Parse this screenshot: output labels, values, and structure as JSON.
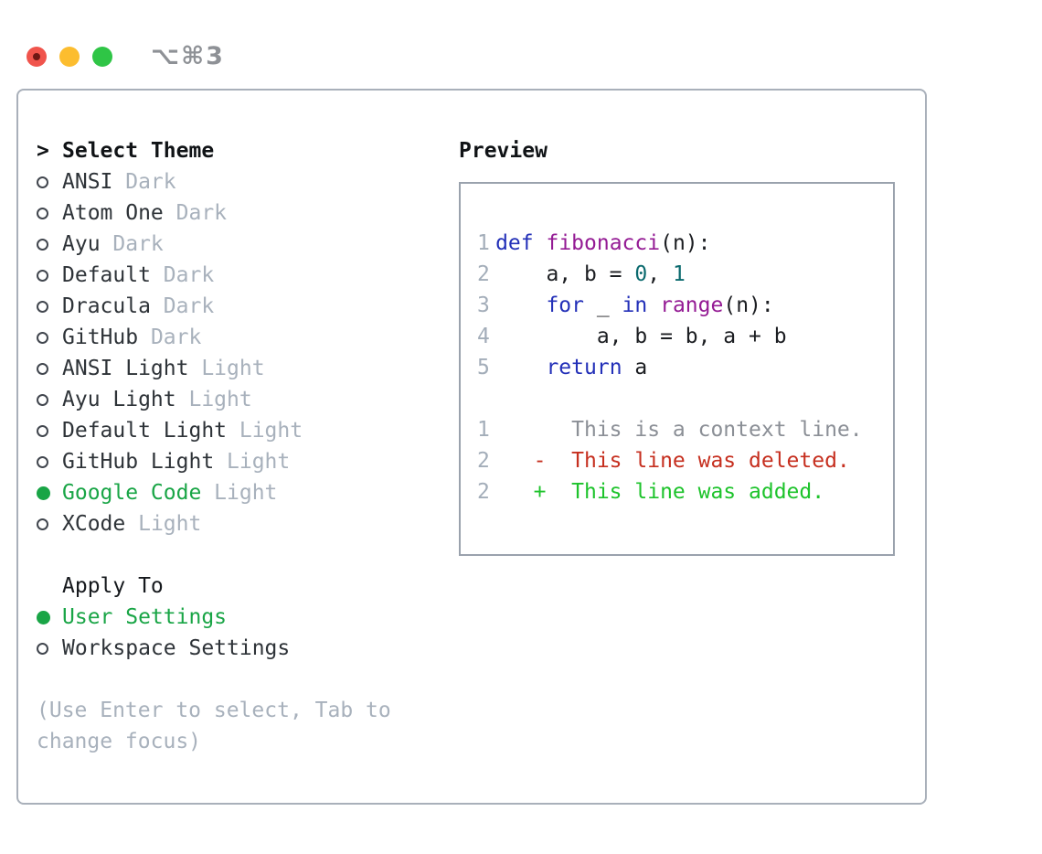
{
  "window": {
    "title": "⌥⌘3",
    "traffic_lights": [
      {
        "name": "close",
        "color": "#f0544c",
        "has_dot": true
      },
      {
        "name": "minimize",
        "color": "#fcbd2f",
        "has_dot": false
      },
      {
        "name": "zoom",
        "color": "#2fc546",
        "has_dot": false
      }
    ]
  },
  "theme_list": {
    "header_marker": ">",
    "header": "Select Theme",
    "items": [
      {
        "name": "ANSI",
        "variant": "Dark",
        "selected": false
      },
      {
        "name": "Atom One",
        "variant": "Dark",
        "selected": false
      },
      {
        "name": "Ayu",
        "variant": "Dark",
        "selected": false
      },
      {
        "name": "Default",
        "variant": "Dark",
        "selected": false
      },
      {
        "name": "Dracula",
        "variant": "Dark",
        "selected": false
      },
      {
        "name": "GitHub",
        "variant": "Dark",
        "selected": false
      },
      {
        "name": "ANSI Light",
        "variant": "Light",
        "selected": false
      },
      {
        "name": "Ayu Light",
        "variant": "Light",
        "selected": false
      },
      {
        "name": "Default Light",
        "variant": "Light",
        "selected": false
      },
      {
        "name": "GitHub Light",
        "variant": "Light",
        "selected": false
      },
      {
        "name": "Google Code",
        "variant": "Light",
        "selected": true
      },
      {
        "name": "XCode",
        "variant": "Light",
        "selected": false
      }
    ]
  },
  "apply_to": {
    "header": "Apply To",
    "items": [
      {
        "label": "User Settings",
        "selected": true
      },
      {
        "label": "Workspace Settings",
        "selected": false
      }
    ]
  },
  "help_text": "(Use Enter to select, Tab to change focus)",
  "preview": {
    "title": "Preview",
    "code_lines": [
      {
        "num": "1",
        "segments": [
          {
            "t": "def",
            "c": "kwd"
          },
          {
            "t": " ",
            "c": "pln"
          },
          {
            "t": "fibonacci",
            "c": "fun"
          },
          {
            "t": "(n):",
            "c": "pln"
          }
        ]
      },
      {
        "num": "2",
        "segments": [
          {
            "t": "    a, b = ",
            "c": "pln"
          },
          {
            "t": "0",
            "c": "lit"
          },
          {
            "t": ", ",
            "c": "pln"
          },
          {
            "t": "1",
            "c": "lit"
          }
        ]
      },
      {
        "num": "3",
        "segments": [
          {
            "t": "    ",
            "c": "pln"
          },
          {
            "t": "for",
            "c": "kwd"
          },
          {
            "t": " _ ",
            "c": "pln"
          },
          {
            "t": "in",
            "c": "kwd"
          },
          {
            "t": " ",
            "c": "pln"
          },
          {
            "t": "range",
            "c": "fun"
          },
          {
            "t": "(n):",
            "c": "pln"
          }
        ]
      },
      {
        "num": "4",
        "segments": [
          {
            "t": "        a, b = b, a + b",
            "c": "pln"
          }
        ]
      },
      {
        "num": "5",
        "segments": [
          {
            "t": "    ",
            "c": "pln"
          },
          {
            "t": "return",
            "c": "kwd"
          },
          {
            "t": " a",
            "c": "pln"
          }
        ]
      }
    ],
    "diff_lines": [
      {
        "num": "1",
        "kind": "ctx",
        "text": "      This is a context line."
      },
      {
        "num": "2",
        "kind": "del",
        "text": "   -  This line was deleted."
      },
      {
        "num": "2",
        "kind": "add",
        "text": "   +  This line was added."
      }
    ]
  },
  "colors": {
    "accent_green": "#19a546",
    "keyword_blue": "#2330b8",
    "function_purple": "#941b94",
    "literal_teal": "#0b6a6e",
    "diff_deleted_red": "#c62f1f",
    "diff_added_green": "#1dc32b",
    "diff_context_gray": "#8b8f96",
    "gutter_gray": "#a3adb9",
    "variant_gray": "#a8b1bc",
    "panel_border": "#a9b0ba"
  }
}
